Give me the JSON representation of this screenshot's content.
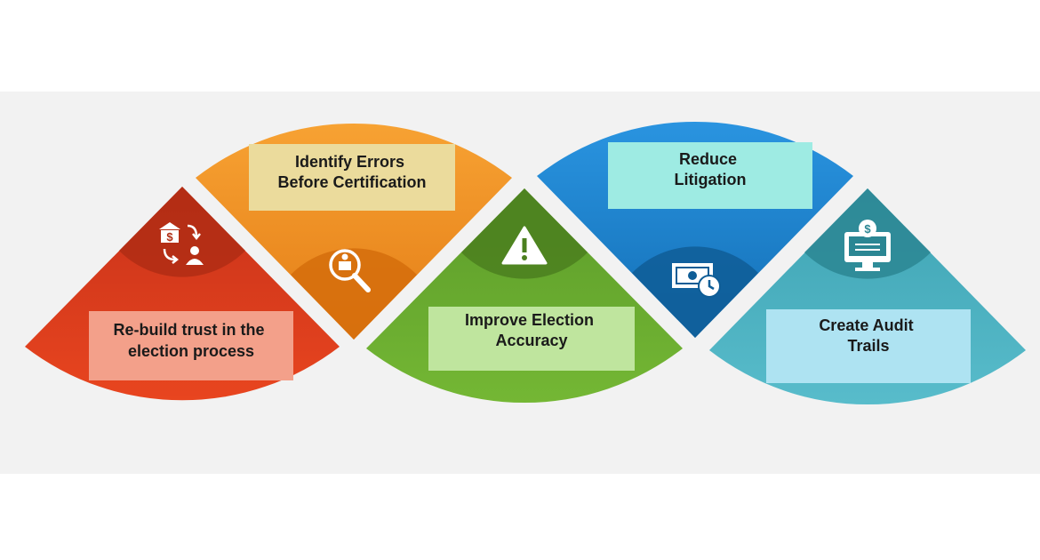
{
  "colors": {
    "background": "#f2f2f2",
    "red": "#dc3d1c",
    "orange": "#f08c22",
    "green": "#67a92e",
    "blue": "#1f86d4",
    "teal": "#4cb1c0"
  },
  "segments": [
    {
      "id": "rebuild-trust",
      "label_lines": [
        "Re-build trust in the",
        "election process"
      ],
      "icon": "bank-user-exchange-icon"
    },
    {
      "id": "identify-errors",
      "label_lines": [
        "Identify Errors",
        "Before Certification"
      ],
      "icon": "magnifier-document-icon"
    },
    {
      "id": "improve-accuracy",
      "label_lines": [
        "Improve Election",
        "Accuracy"
      ],
      "icon": "warning-triangle-icon"
    },
    {
      "id": "reduce-litigation",
      "label_lines": [
        "Reduce",
        "Litigation"
      ],
      "icon": "money-clock-icon"
    },
    {
      "id": "audit-trails",
      "label_lines": [
        "Create Audit",
        "Trails"
      ],
      "icon": "monitor-coin-icon"
    }
  ]
}
